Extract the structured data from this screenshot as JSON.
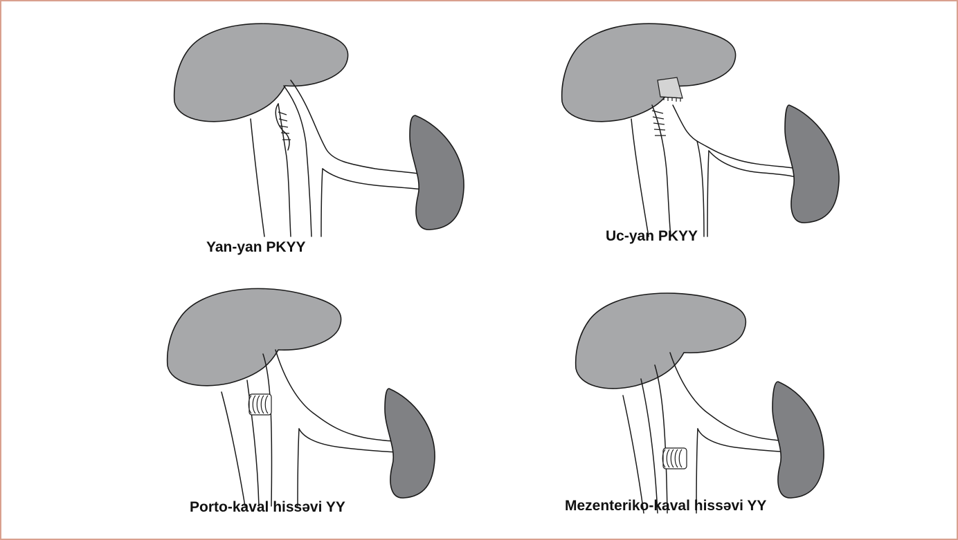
{
  "figure": {
    "frame_color": "#d9a08e",
    "liver_color": "#a7a8aa",
    "spleen_color": "#808184",
    "panels": [
      {
        "caption": "Yan-yan PKYY",
        "variant": "side-to-side"
      },
      {
        "caption": "Uc-yan PKYY",
        "variant": "end-to-side"
      },
      {
        "caption": "Porto-kaval hissəvi YY",
        "variant": "portocaval-graft"
      },
      {
        "caption": "Mezenteriko-kaval hissəvi YY",
        "variant": "mesocaval-graft"
      }
    ]
  }
}
